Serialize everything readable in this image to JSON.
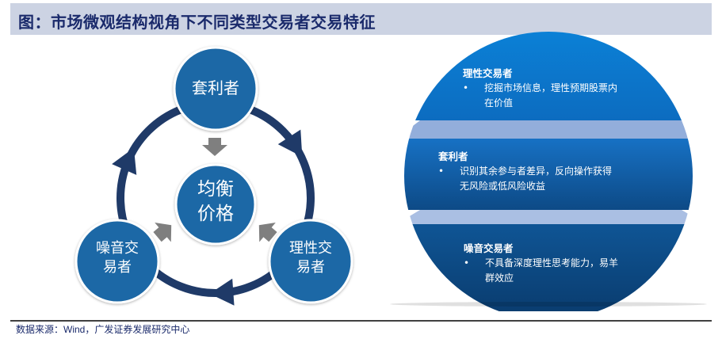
{
  "header": {
    "title": "图：市场微观结构视角下不同类型交易者交易特征"
  },
  "cycle": {
    "top": "套利者",
    "center_line1": "均衡",
    "center_line2": "价格",
    "left_line1": "噪音交",
    "left_line2": "易者",
    "right_line1": "理性交",
    "right_line2": "易者"
  },
  "disc": {
    "bands": [
      {
        "title": "理性交易者",
        "bullet": "•",
        "line1": "挖掘市场信息，理性预期股票内",
        "line2": "在价值"
      },
      {
        "title": "套利者",
        "bullet": "•",
        "line1": "识别其余参与者差异，反向操作获得",
        "line2": "无风险或低风险收益"
      },
      {
        "title": "噪音交易者",
        "bullet": "•",
        "line1": "不具备深度理性思考能力，易羊",
        "line2": "群效应"
      }
    ]
  },
  "footer": {
    "source": "数据来源：Wind，广发证券发展研究中心"
  },
  "colors": {
    "circle": "#1a68a6",
    "ring": "#1f3a68",
    "gray_arrow": "#7f7f7f",
    "header_bg": "#ccd3e3",
    "title": "#1a2a6b"
  }
}
